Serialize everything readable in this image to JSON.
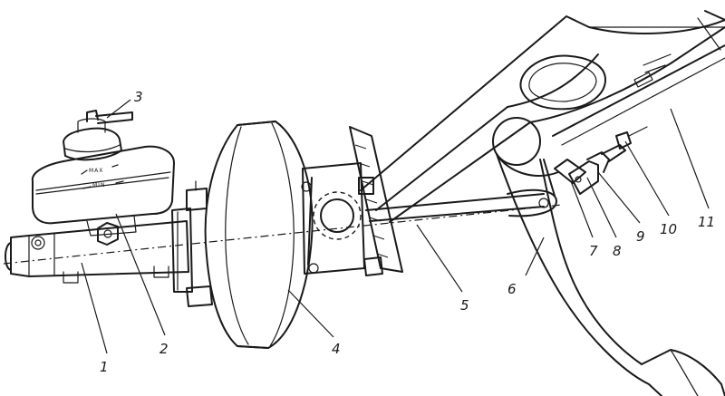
{
  "reservoir": {
    "max_mark": "MAX",
    "min_mark": "MIN"
  },
  "callouts": [
    {
      "id": "1",
      "label": "1"
    },
    {
      "id": "2",
      "label": "2"
    },
    {
      "id": "3",
      "label": "3"
    },
    {
      "id": "4",
      "label": "4"
    },
    {
      "id": "5",
      "label": "5"
    },
    {
      "id": "6",
      "label": "6"
    },
    {
      "id": "7",
      "label": "7"
    },
    {
      "id": "8",
      "label": "8"
    },
    {
      "id": "9",
      "label": "9"
    },
    {
      "id": "10",
      "label": "10"
    },
    {
      "id": "11",
      "label": "11"
    }
  ]
}
